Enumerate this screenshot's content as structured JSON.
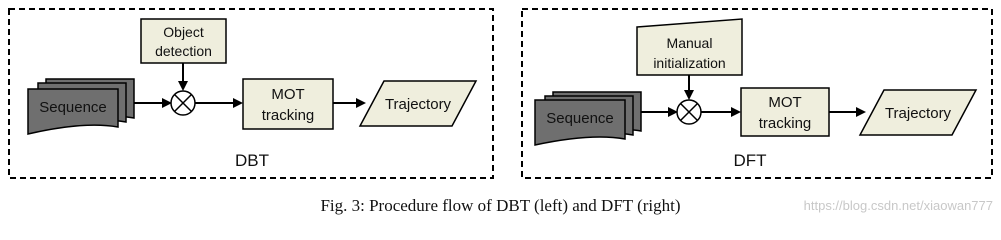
{
  "colors": {
    "box_fill": "#efeedd",
    "sequence_fill": "#6f6f6f",
    "stroke": "#000000",
    "watermark": "#c8c8c8"
  },
  "dbt": {
    "detector_line1": "Object",
    "detector_line2": "detection",
    "sequence": "Sequence",
    "mot_line1": "MOT",
    "mot_line2": "tracking",
    "trajectory": "Trajectory",
    "panel_label": "DBT"
  },
  "dft": {
    "init_line1": "Manual",
    "init_line2": "initialization",
    "sequence": "Sequence",
    "mot_line1": "MOT",
    "mot_line2": "tracking",
    "trajectory": "Trajectory",
    "panel_label": "DFT"
  },
  "caption": "Fig. 3: Procedure flow of DBT (left) and DFT (right)",
  "watermark": "https://blog.csdn.net/xiaowan777"
}
